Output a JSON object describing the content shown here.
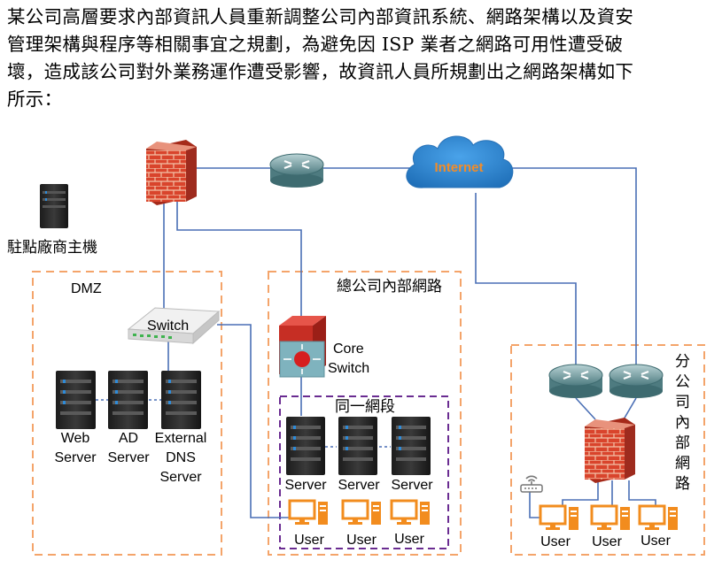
{
  "intro_lines": [
    "某公司高層要求內部資訊人員重新調整公司內部資訊系統、網路架構以及資安",
    "管理架構與程序等相關事宜之規劃，為避免因 ISP 業者之網路可用性遭受破",
    "壞，造成該公司對外業務運作遭受影響，故資訊人員所規劃出之網路架構如下",
    "所示："
  ],
  "diagram": {
    "internet": "Internet",
    "vendor_host": "駐點廠商主機",
    "dmz": {
      "title": "DMZ",
      "switch": "Switch",
      "servers": [
        [
          "Web",
          "Server"
        ],
        [
          "AD",
          "Server"
        ],
        [
          "External",
          "DNS",
          "Server"
        ]
      ]
    },
    "hq": {
      "title": "總公司內部網路",
      "core_switch": [
        "Core",
        "Switch"
      ],
      "segment_title": "同一網段",
      "servers": [
        "Server",
        "Server",
        "Server"
      ],
      "users": [
        "User",
        "User",
        "User"
      ]
    },
    "branch": {
      "title_chars": [
        "分",
        "公",
        "司",
        "內",
        "部",
        "網",
        "路"
      ],
      "users": [
        "User",
        "User",
        "User"
      ]
    },
    "colors": {
      "zone_border": "#f4a46a",
      "segment_border": "#6a2c91",
      "link": "#4a6fb5",
      "router": "#5b8a8f",
      "firewall": "#c0392b",
      "cloud": "#2f86d1",
      "internet_text": "#f28c28",
      "computer": "#f28c1e"
    }
  }
}
